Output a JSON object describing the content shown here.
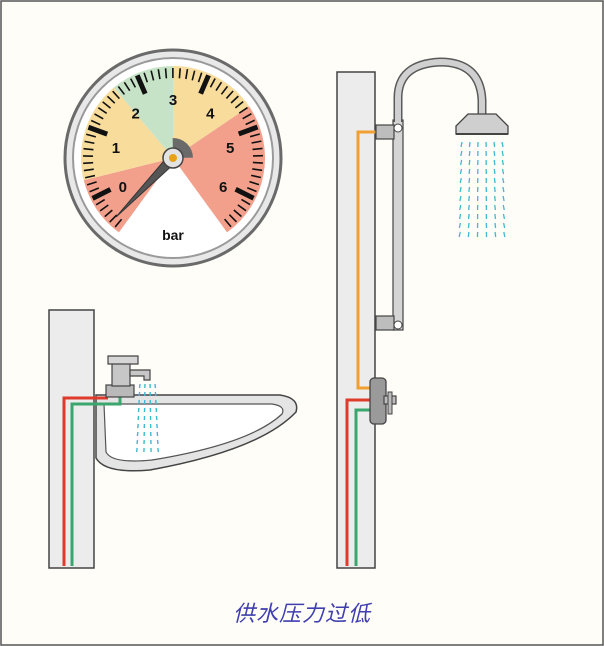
{
  "gauge": {
    "unit_label": "bar",
    "scale_numbers": [
      "0",
      "1",
      "2",
      "3",
      "4",
      "5",
      "6"
    ],
    "needle_value": 0,
    "zones": {
      "low": "#f2a08c",
      "warn": "#f7dc9c",
      "ok": "#c7e3c7",
      "high": "#f2a08c"
    }
  },
  "colors": {
    "pipe_hot": "#e03a2c",
    "pipe_cold": "#3aa66e",
    "pipe_shower": "#f0a030",
    "water": "#3fb8d0",
    "wall": "#ececec",
    "caption": "#3f3fb0"
  },
  "caption": "供水压力过低"
}
